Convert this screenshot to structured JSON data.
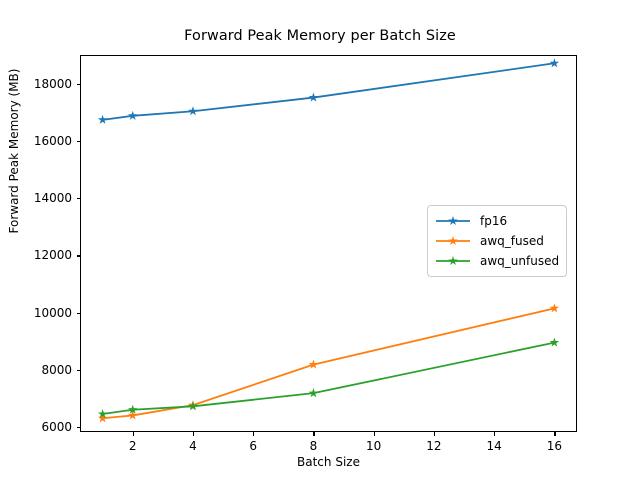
{
  "chart_data": {
    "type": "line",
    "title": "Forward Peak Memory per Batch Size",
    "xlabel": "Batch Size",
    "ylabel": "Forward Peak Memory (MB)",
    "x": [
      1,
      2,
      4,
      8,
      16
    ],
    "xlim": [
      0.25,
      16.75
    ],
    "ylim": [
      5820,
      19020
    ],
    "xticks": [
      2,
      4,
      6,
      8,
      10,
      12,
      14,
      16
    ],
    "xticklabels": [
      "2",
      "4",
      "6",
      "8",
      "10",
      "12",
      "14",
      "16"
    ],
    "yticks": [
      6000,
      8000,
      10000,
      12000,
      14000,
      16000,
      18000
    ],
    "yticklabels": [
      "6000",
      "8000",
      "10000",
      "12000",
      "14000",
      "16000",
      "18000"
    ],
    "grid": false,
    "legend_position": "center right",
    "marker": "star",
    "series": [
      {
        "name": "fp16",
        "color": "#1f77b4",
        "values": [
          16750,
          16890,
          17050,
          17530,
          18730
        ]
      },
      {
        "name": "awq_fused",
        "color": "#ff7f0e",
        "values": [
          6300,
          6400,
          6760,
          8180,
          10150
        ]
      },
      {
        "name": "awq_unfused",
        "color": "#2ca02c",
        "values": [
          6450,
          6600,
          6720,
          7180,
          8950
        ]
      }
    ]
  }
}
